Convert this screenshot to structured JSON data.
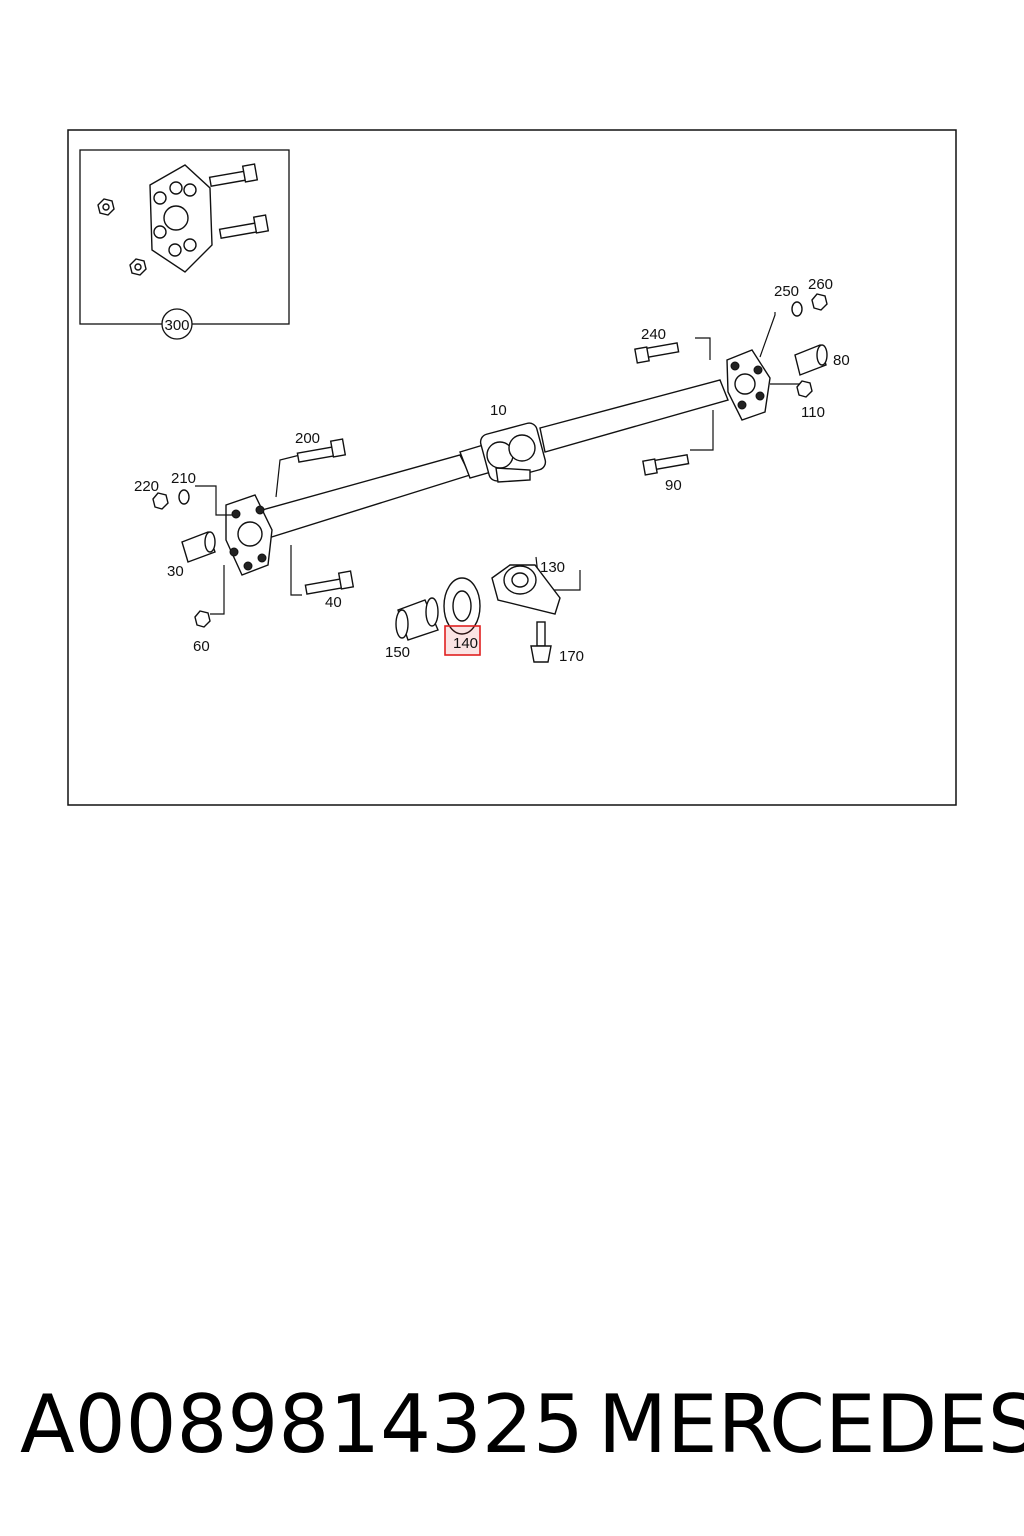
{
  "labels": {
    "l10": "10",
    "l30": "30",
    "l40": "40",
    "l60": "60",
    "l80": "80",
    "l90": "90",
    "l110": "110",
    "l130": "130",
    "l140": "140",
    "l150": "150",
    "l170": "170",
    "l200": "200",
    "l210": "210",
    "l220": "220",
    "l240": "240",
    "l250": "250",
    "l260": "260",
    "l300": "300"
  },
  "highlight": {
    "label": "140",
    "color": "#e02020"
  },
  "footer": {
    "part_number": "A0089814325",
    "brand": "MERCEDES"
  }
}
